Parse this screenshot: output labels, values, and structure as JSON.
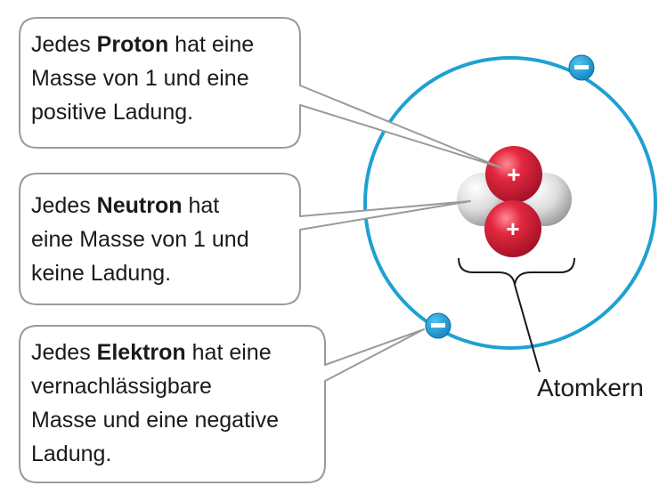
{
  "callouts": {
    "proton": {
      "line1_pre": "Jedes ",
      "line1_bold": "Proton",
      "line1_post": " hat eine",
      "line2": "Masse von 1 und eine",
      "line3": "positive Ladung."
    },
    "neutron": {
      "line1_pre": "Jedes ",
      "line1_bold": "Neutron",
      "line1_post": " hat",
      "line2": "eine Masse von 1 und",
      "line3": "keine Ladung."
    },
    "electron": {
      "line1_pre": "Jedes ",
      "line1_bold": "Elektron",
      "line1_post": " hat eine",
      "line2": "vernachlässigbare",
      "line3": "Masse und eine negative",
      "line4": "Ladung."
    }
  },
  "labels": {
    "nucleus": "Atomkern",
    "proton_sign": "+",
    "electron_sign": "−"
  },
  "colors": {
    "orbit": "#1ea1d2",
    "proton": "#d21f3c",
    "neutron": "#d9d9d9",
    "electron": "#1a9ad6",
    "callout_border": "#9a9a9a"
  }
}
